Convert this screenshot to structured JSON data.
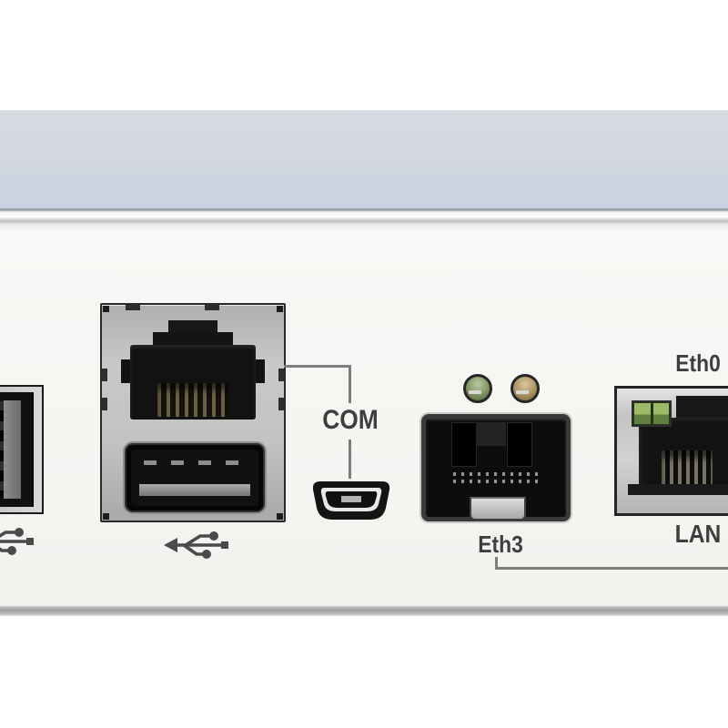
{
  "scene": {
    "subject": "Rear I/O panel of a network security appliance (photo)",
    "labels": {
      "com": "COM",
      "eth3": "Eth3",
      "eth0": "Eth0",
      "lan": "LAN"
    },
    "ports": {
      "usb_left": "usb-a-port-cropped",
      "console_combo": "rj45-console-over-usb-a",
      "micro_usb": "micro-usb-com-port",
      "sfp": "sfp-cage-eth3",
      "ethernet": "rj45-eth0-lan-cropped"
    },
    "icons": [
      "usb-trident-icon",
      "usb-trident-icon"
    ],
    "leds": {
      "green": "#7c9160",
      "amber": "#a88e60",
      "eth0_green": "#9cb968"
    },
    "colors": {
      "chassis_band_top": "#d7dbe2",
      "chassis_band_bottom": "#cad2e1",
      "panel_face": "#f6f6f4",
      "metal_plate": "#c2c2c0",
      "label_text": "#3e3e3e",
      "callout_line": "#7d7d7d"
    }
  }
}
